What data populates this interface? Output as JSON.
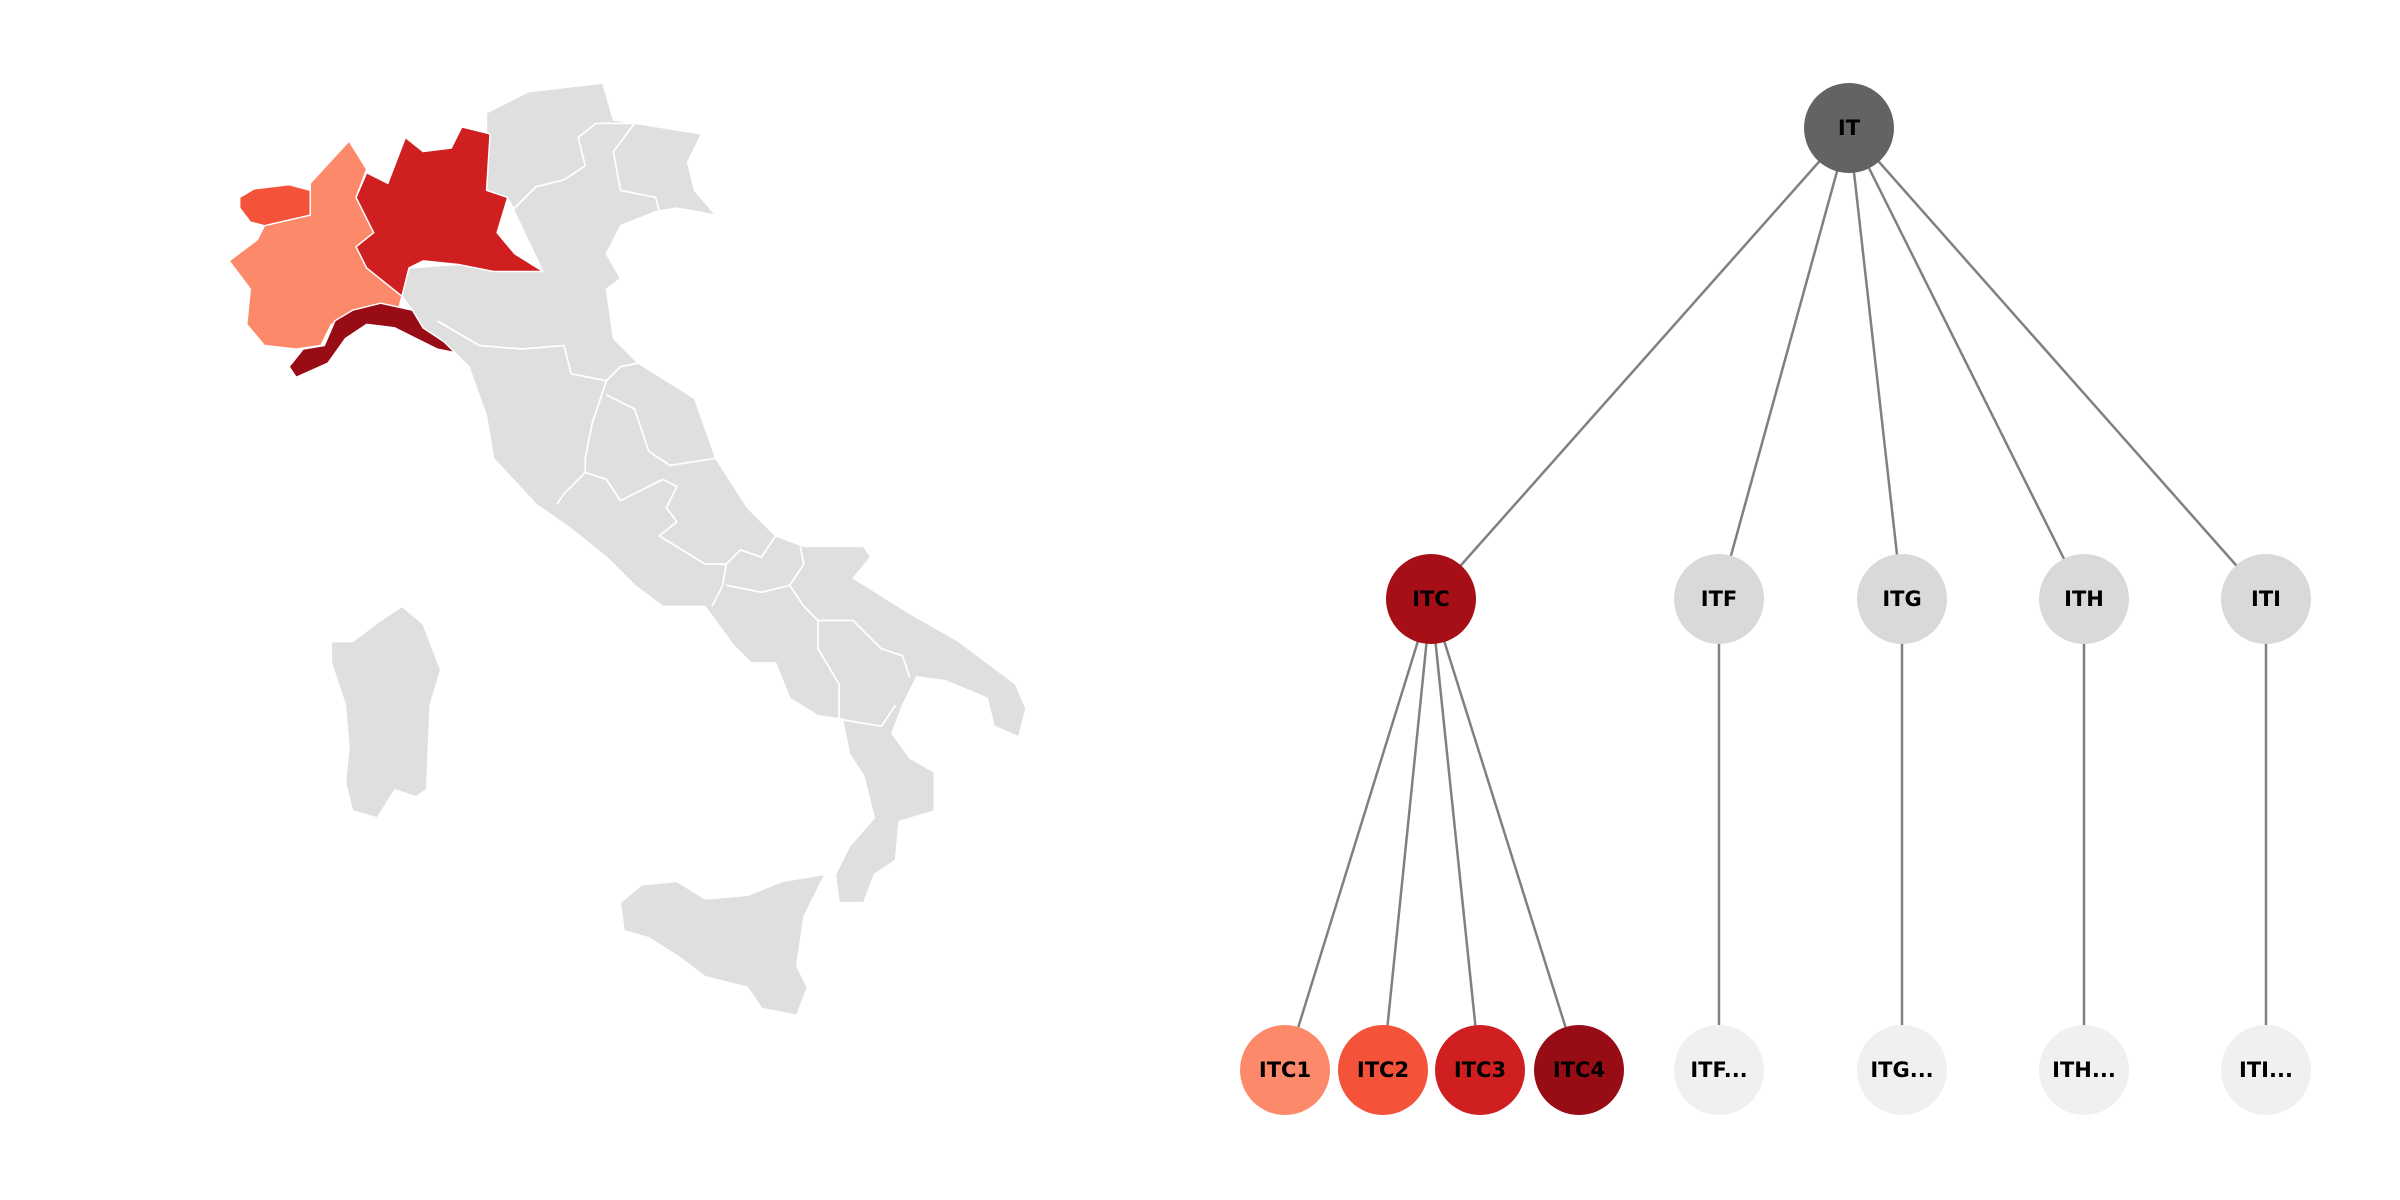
{
  "colors": {
    "background_region": "#dfdfdf",
    "border": "#ffffff",
    "edge": "#808080"
  },
  "map": {
    "regions": {
      "ITC1": "#fc8a6a",
      "ITC2": "#f5523a",
      "ITC3": "#cf1f20",
      "ITC4": "#980c16",
      "other": "#dfdfdf"
    }
  },
  "chart_data": {
    "type": "tree",
    "title": "",
    "nodes": [
      {
        "id": "IT",
        "label": "IT",
        "parent": null,
        "level": 0,
        "color": "#636363"
      },
      {
        "id": "ITC",
        "label": "ITC",
        "parent": "IT",
        "level": 1,
        "color": "#a50f15"
      },
      {
        "id": "ITF",
        "label": "ITF",
        "parent": "IT",
        "level": 1,
        "color": "#d9d9d9"
      },
      {
        "id": "ITG",
        "label": "ITG",
        "parent": "IT",
        "level": 1,
        "color": "#d9d9d9"
      },
      {
        "id": "ITH",
        "label": "ITH",
        "parent": "IT",
        "level": 1,
        "color": "#d9d9d9"
      },
      {
        "id": "ITI",
        "label": "ITI",
        "parent": "IT",
        "level": 1,
        "color": "#d9d9d9"
      },
      {
        "id": "ITC1",
        "label": "ITC1",
        "parent": "ITC",
        "level": 2,
        "color": "#fc8a6a"
      },
      {
        "id": "ITC2",
        "label": "ITC2",
        "parent": "ITC",
        "level": 2,
        "color": "#f5523a"
      },
      {
        "id": "ITC3",
        "label": "ITC3",
        "parent": "ITC",
        "level": 2,
        "color": "#cf1f20"
      },
      {
        "id": "ITC4",
        "label": "ITC4",
        "parent": "ITC",
        "level": 2,
        "color": "#980c16"
      },
      {
        "id": "ITF_more",
        "label": "ITF...",
        "parent": "ITF",
        "level": 2,
        "color": "#f0f0f0"
      },
      {
        "id": "ITG_more",
        "label": "ITG...",
        "parent": "ITG",
        "level": 2,
        "color": "#f0f0f0"
      },
      {
        "id": "ITH_more",
        "label": "ITH...",
        "parent": "ITH",
        "level": 2,
        "color": "#f0f0f0"
      },
      {
        "id": "ITI_more",
        "label": "ITI...",
        "parent": "ITI",
        "level": 2,
        "color": "#f0f0f0"
      }
    ]
  }
}
